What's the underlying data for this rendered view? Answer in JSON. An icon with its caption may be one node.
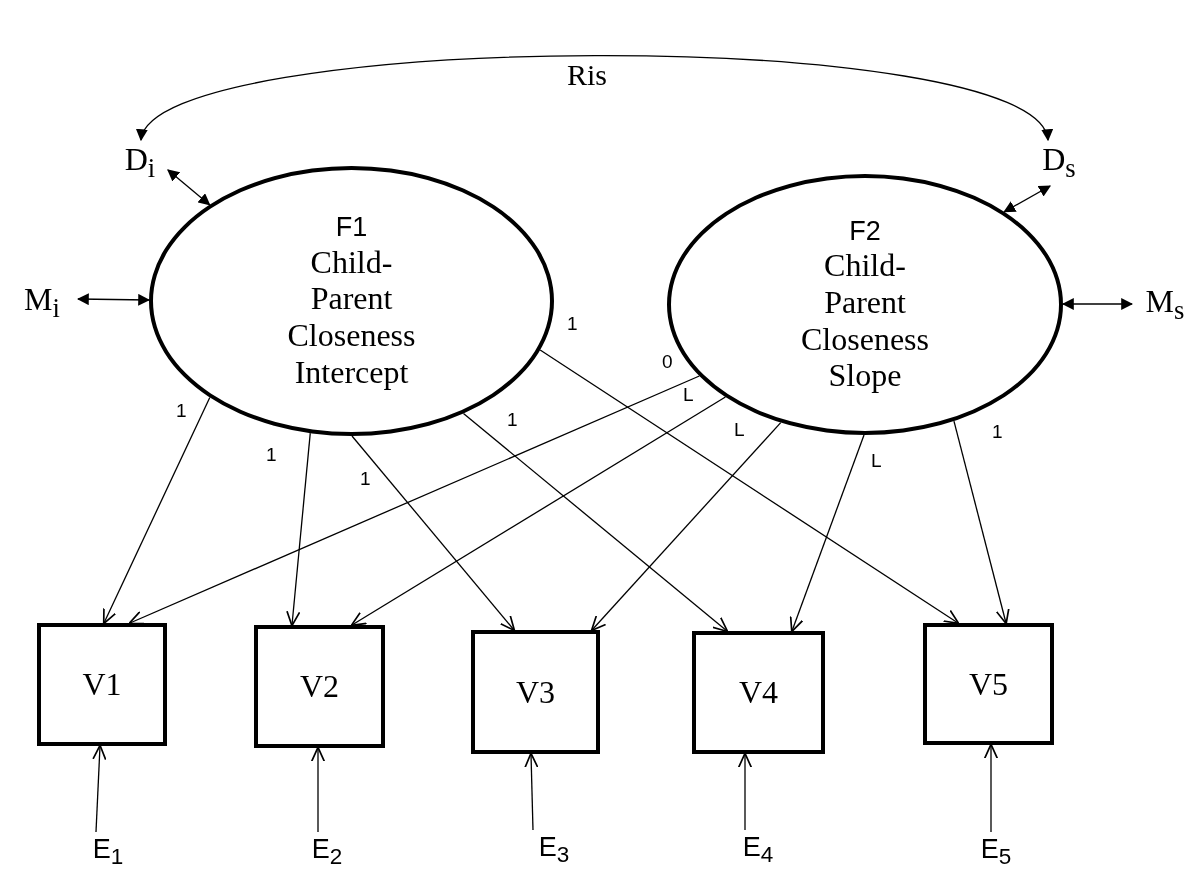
{
  "diagram": {
    "nodes": [
      {
        "text": [
          "F1",
          "Child- Parent Closeness Intercept"
        ]
      },
      {
        "text": [
          "F2",
          "Child- Parent Closeness Slope"
        ]
      },
      {
        "text": [
          "D$_{i}$"
        ]
      },
      {
        "text": [
          "D$_{s}$"
        ]
      },
      {
        "text": [
          "M$_{i}$"
        ]
      },
      {
        "text": [
          "M$_{s}$"
        ]
      },
      {
        "text": [
          "V1"
        ]
      },
      {
        "text": [
          "V2"
        ]
      },
      {
        "text": [
          "V3"
        ]
      },
      {
        "text": [
          "V4"
        ]
      },
      {
        "text": [
          "V5"
        ]
      },
      {
        "text": [
          "E$_{1}$"
        ]
      },
      {
        "text": [
          "E$_{2}$"
        ]
      },
      {
        "text": [
          "E$_{3}$"
        ]
      },
      {
        "text": [
          "E$_{4}$"
        ]
      },
      {
        "text": [
          "E$_{5}$"
        ]
      }
    ],
    "edges": [
      {
        "from": 2,
        "to": 3,
        "arrow": "both",
        "label": "Ris"
      },
      {
        "from": 2,
        "to": 0,
        "arrow": "both"
      },
      {
        "from": 4,
        "to": 0,
        "arrow": "both"
      },
      {
        "from": 3,
        "to": 1,
        "arrow": "both"
      },
      {
        "from": 5,
        "to": 1,
        "arrow": "both"
      },
      {
        "from": 0,
        "to": 6,
        "arrow": "to",
        "label": "1"
      },
      {
        "from": 0,
        "to": 7,
        "arrow": "to",
        "label": "1"
      },
      {
        "from": 0,
        "to": 8,
        "arrow": "to",
        "label": "1"
      },
      {
        "from": 0,
        "to": 9,
        "arrow": "to",
        "label": "1"
      },
      {
        "from": 0,
        "to": 10,
        "arrow": "to",
        "label": "1"
      },
      {
        "from": 1,
        "to": 6,
        "arrow": "to",
        "label": "0"
      },
      {
        "from": 1,
        "to": 7,
        "arrow": "to",
        "label": "L"
      },
      {
        "from": 1,
        "to": 8,
        "arrow": "to",
        "label": "L"
      },
      {
        "from": 1,
        "to": 9,
        "arrow": "to",
        "label": "L"
      },
      {
        "from": 1,
        "to": 10,
        "arrow": "to",
        "label": "1"
      },
      {
        "from": 11,
        "to": 6,
        "arrow": "to"
      },
      {
        "from": 12,
        "to": 7,
        "arrow": "to"
      },
      {
        "from": 13,
        "to": 8,
        "arrow": "to"
      },
      {
        "from": 14,
        "to": 9,
        "arrow": "to"
      },
      {
        "from": 15,
        "to": 10,
        "arrow": "to"
      }
    ]
  }
}
